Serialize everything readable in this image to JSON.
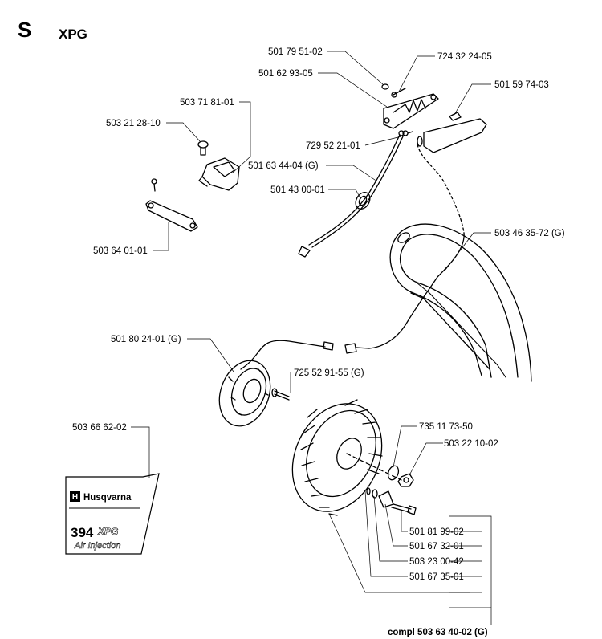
{
  "header": {
    "section": "S",
    "title": "XPG"
  },
  "decal": {
    "brand": "Husqvarna",
    "model_number": "394",
    "model_suffix": "XPG",
    "tagline": "Air Injection"
  },
  "part_labels": [
    "501 79 51-02",
    "724 32 24-05",
    "501 62 93-05",
    "501 59 74-03",
    "503 71 81-01",
    "503 21 28-10",
    "729 52 21-01",
    "501 63 44-04 (G)",
    "501 43 00-01",
    "503 46 35-72 (G)",
    "503 64 01-01",
    "501 80 24-01 (G)",
    "725 52 91-55 (G)",
    "503 66 62-02",
    "735 11 73-50",
    "503 22 10-02",
    "501 81 99-02",
    "501 67 32-01",
    "503 23 00-42",
    "501 67 35-01",
    "compl 503 63 40-02 (G)"
  ]
}
